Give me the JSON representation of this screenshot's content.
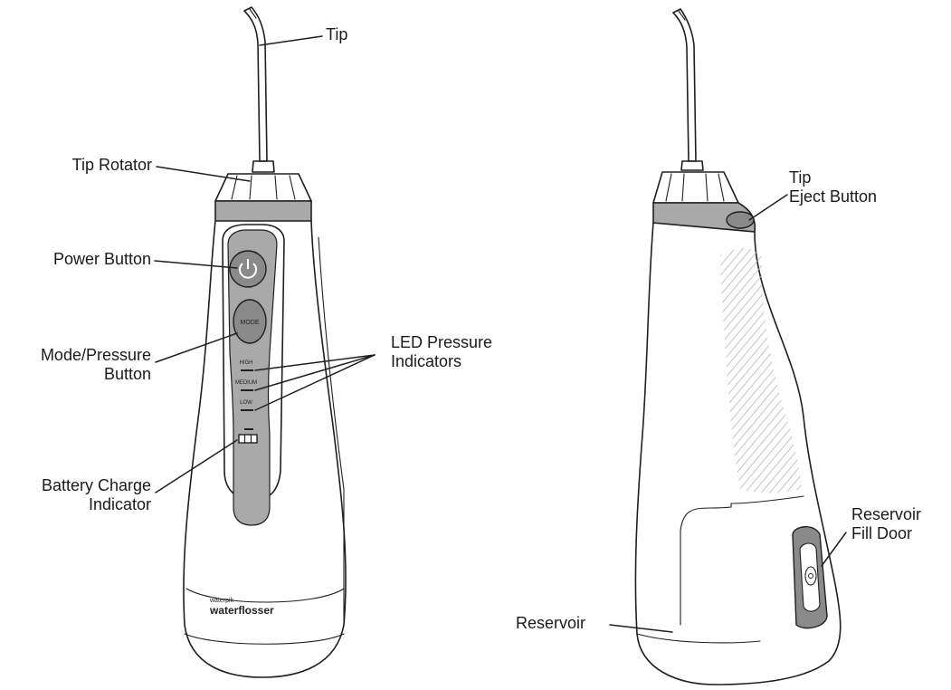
{
  "labels": {
    "tip": "Tip",
    "tip_rotator": "Tip Rotator",
    "power_button": "Power Button",
    "mode_pressure_button": [
      "Mode/Pressure",
      "Button"
    ],
    "led_pressure_indicators": [
      "LED Pressure",
      "Indicators"
    ],
    "battery_charge_indicator": [
      "Battery Charge",
      "Indicator"
    ],
    "tip_eject_button": [
      "Tip",
      "Eject Button"
    ],
    "reservoir_fill_door": [
      "Reservoir",
      "Fill Door"
    ],
    "reservoir": "Reservoir"
  },
  "device_markings": {
    "mode": "MODE",
    "high": "HIGH",
    "medium": "MEDIUM",
    "low": "LOW",
    "brand_small": "waterpik",
    "brand_large": "waterflosser"
  },
  "colors": {
    "gray_panel": "#a9a9a9",
    "dark_gray": "#8a8a8a",
    "ink": "#1f1f1f"
  },
  "icons": [
    "power-symbol-icon",
    "battery-icon"
  ]
}
